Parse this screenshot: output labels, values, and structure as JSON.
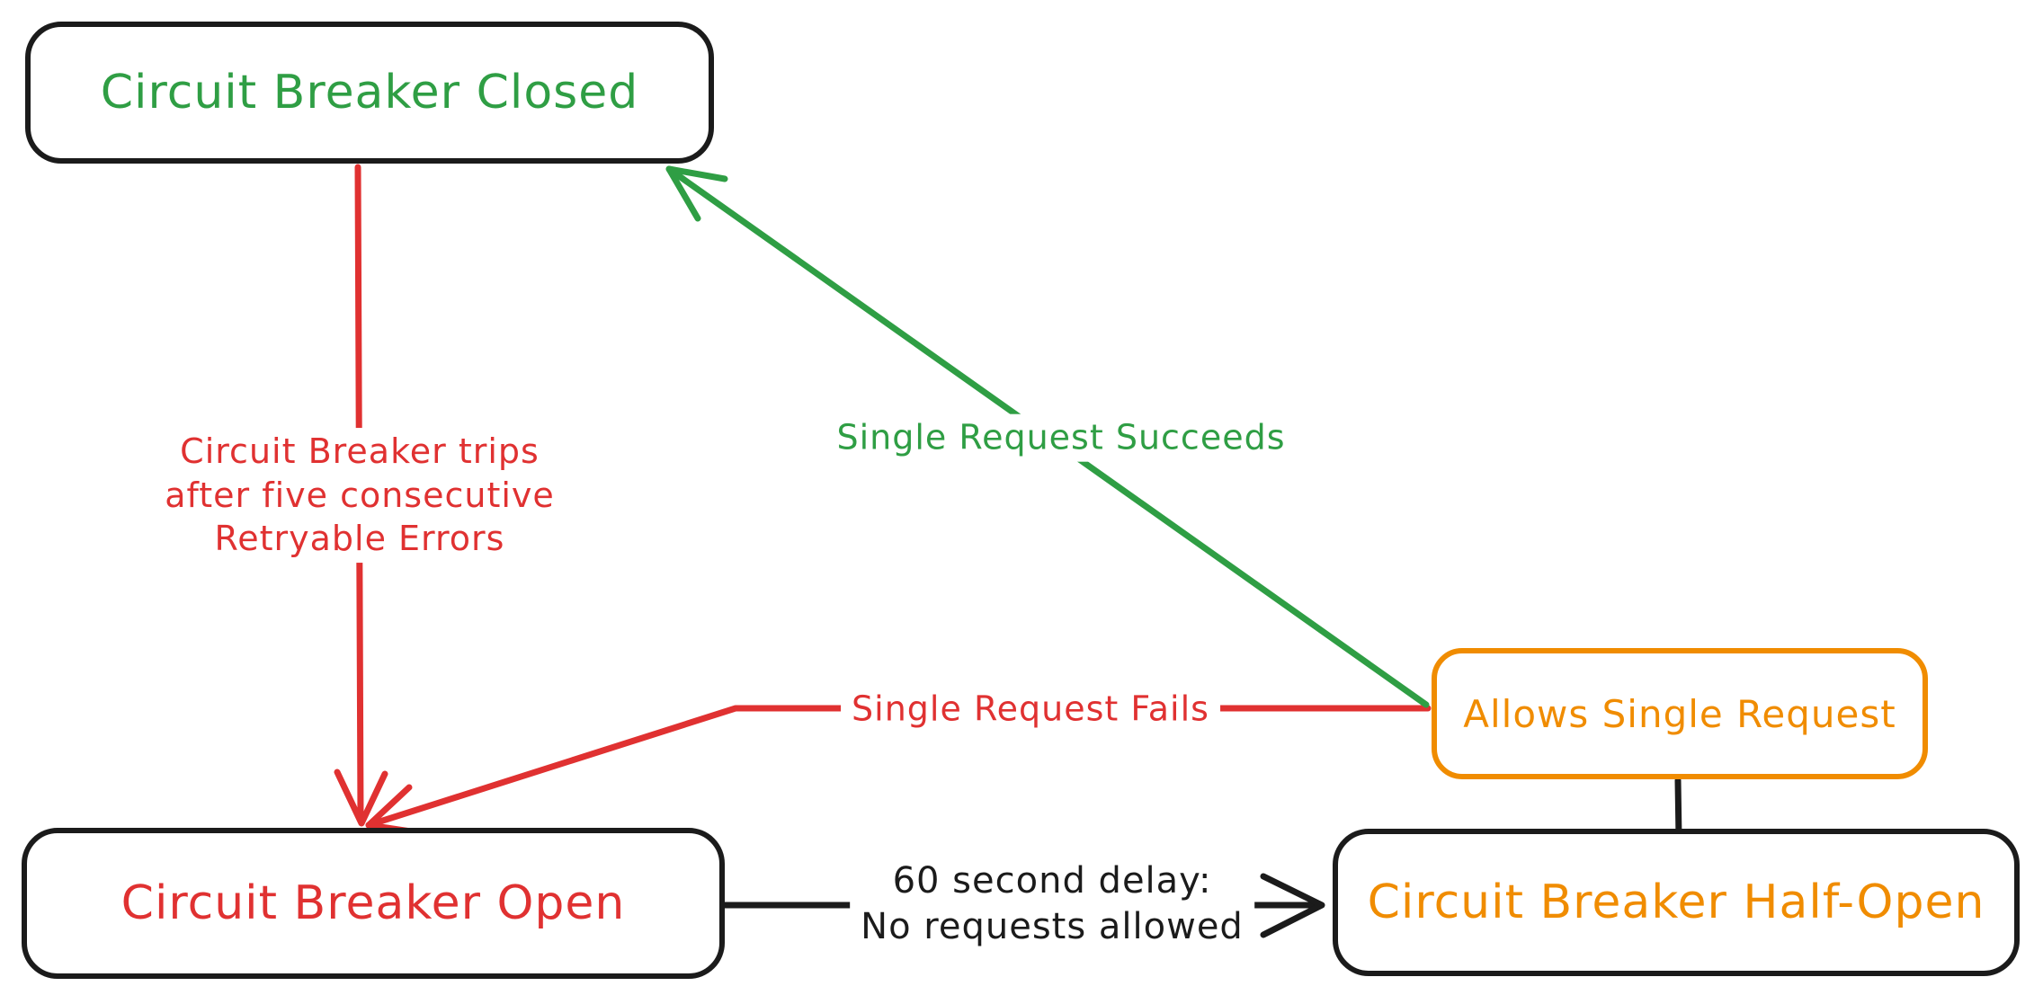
{
  "colors": {
    "green": "#2f9e44",
    "red": "#e03131",
    "orange": "#f08c00",
    "black": "#1b1b1b",
    "background": "#ffffff"
  },
  "nodes": {
    "closed": {
      "label": "Circuit Breaker Closed"
    },
    "open": {
      "label": "Circuit Breaker Open"
    },
    "half_open": {
      "label": "Circuit Breaker Half-Open"
    },
    "allows": {
      "label": "Allows Single Request"
    }
  },
  "edges": {
    "trips": {
      "line1": "Circuit Breaker trips",
      "line2": "after five consecutive",
      "line3": "Retryable Errors",
      "from": "Circuit Breaker Closed",
      "to": "Circuit Breaker Open"
    },
    "succeeds": {
      "label": "Single Request Succeeds",
      "from": "Allows Single Request",
      "to": "Circuit Breaker Closed"
    },
    "fails": {
      "label": "Single Request Fails",
      "from": "Allows Single Request",
      "to": "Circuit Breaker Open"
    },
    "delay": {
      "line1": "60 second delay:",
      "line2": "No requests allowed",
      "from": "Circuit Breaker Open",
      "to": "Circuit Breaker Half-Open"
    }
  }
}
